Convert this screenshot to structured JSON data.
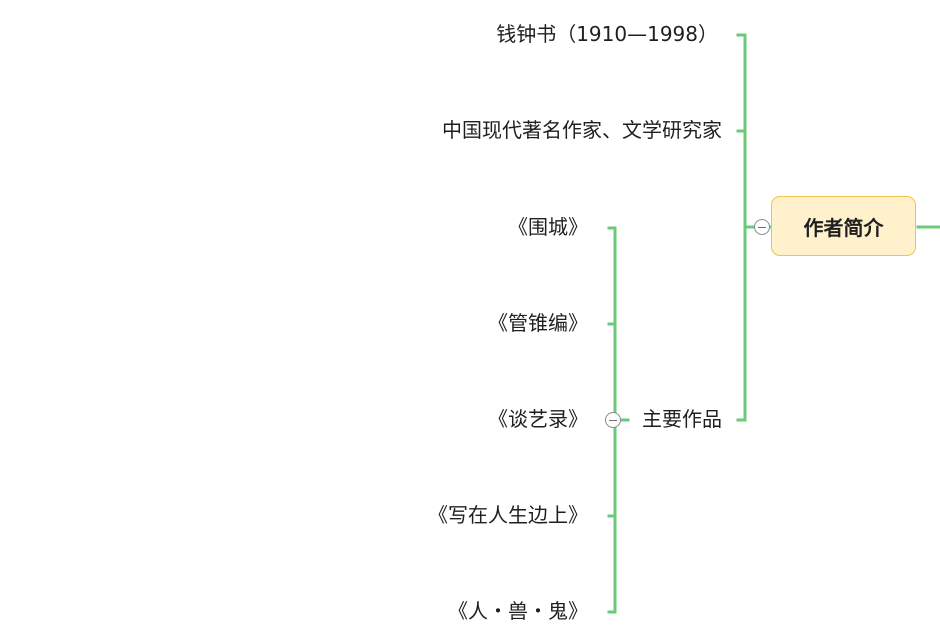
{
  "mindmap": {
    "root_label": "作者简介",
    "branches": {
      "name_dates": "钱钟书（1910—1998）",
      "identity": "中国现代著名作家、文学研究家",
      "works_label": "主要作品",
      "works": [
        "《围城》",
        "《管锥编》",
        "《谈艺录》",
        "《写在人生边上》",
        "《人・兽・鬼》"
      ]
    }
  },
  "colors": {
    "connector": "#6cc977",
    "root_fill": "#fff1cc",
    "root_border": "#f2c14e"
  },
  "icons": {
    "collapse": "collapse-minus-icon"
  }
}
